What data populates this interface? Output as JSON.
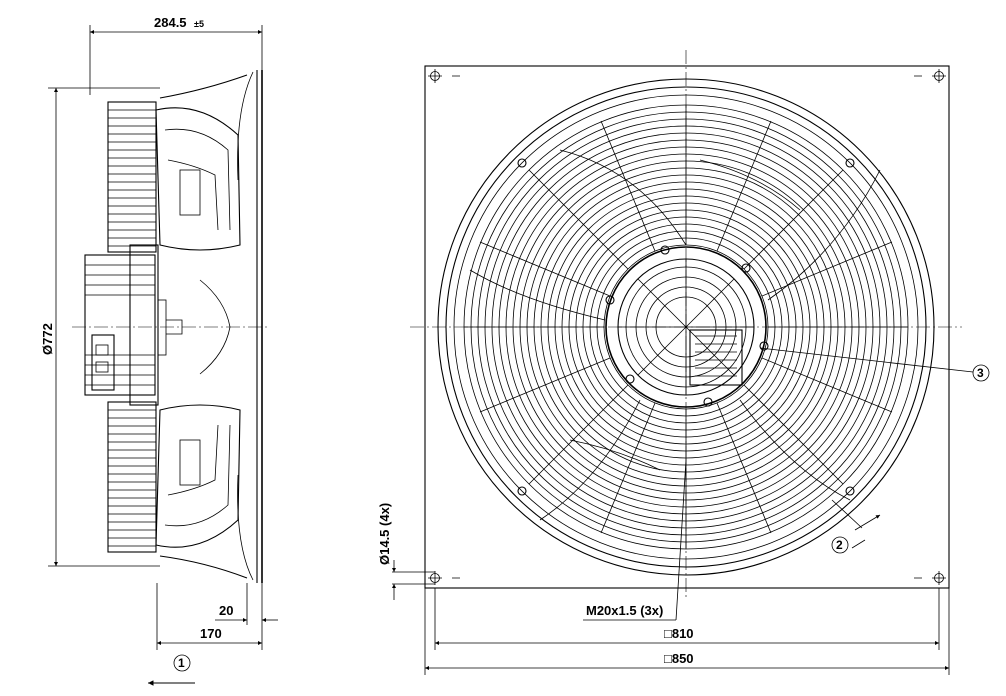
{
  "side_view": {
    "depth_label": "284.5",
    "depth_tolerance": "±5",
    "diameter_label": "Ø772",
    "offset_label": "20",
    "mount_label": "170",
    "airflow_callout": "1"
  },
  "front_view": {
    "hole_label": "Ø14.5 (4x)",
    "thread_label": "M20x1.5 (3x)",
    "inner_square_label": "□810",
    "outer_square_label": "□850",
    "callout_guard": "3",
    "callout_clearance": "2"
  }
}
